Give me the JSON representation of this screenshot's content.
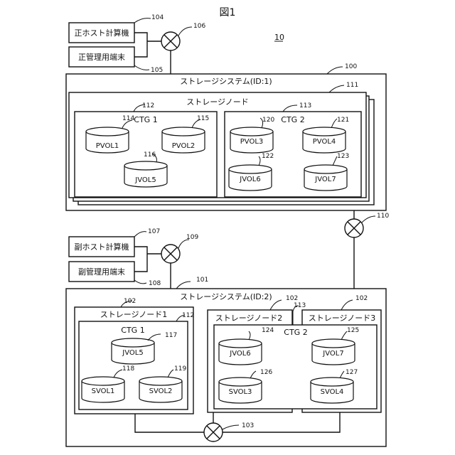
{
  "figure_title": "図1",
  "system_ref": "10",
  "primary_host": "正ホスト計算機",
  "primary_terminal": "正管理用端末",
  "secondary_host": "副ホスト計算機",
  "secondary_terminal": "副管理用端末",
  "storage_system_1": "ストレージシステム(ID:1)",
  "storage_system_2": "ストレージシステム(ID:2)",
  "storage_node": "ストレージノード",
  "storage_node_1": "ストレージノード1",
  "storage_node_2": "ストレージノード2",
  "storage_node_3": "ストレージノード3",
  "ctg1": "CTG 1",
  "ctg2": "CTG 2",
  "vol": {
    "pvol1": "PVOL1",
    "pvol2": "PVOL2",
    "jvol5": "JVOL5",
    "pvol3": "PVOL3",
    "pvol4": "PVOL4",
    "jvol6": "JVOL6",
    "jvol7": "JVOL7",
    "s_jvol5": "JVOL5",
    "svol1": "SVOL1",
    "svol2": "SVOL2",
    "s_jvol6": "JVOL6",
    "s_jvol7": "JVOL7",
    "svol3": "SVOL3",
    "svol4": "SVOL4"
  },
  "refs": {
    "r100": "100",
    "r101": "101",
    "r103": "103",
    "r104": "104",
    "r105": "105",
    "r106": "106",
    "r107": "107",
    "r108": "108",
    "r109": "109",
    "r110": "110",
    "r111": "111",
    "r112a": "112",
    "r113a": "113",
    "r114": "114",
    "r115": "115",
    "r116": "116",
    "r120": "120",
    "r121": "121",
    "r122": "122",
    "r123": "123",
    "r102a": "102",
    "r102b": "102",
    "r102c": "102",
    "r112b": "112",
    "r113b": "113",
    "r117": "117",
    "r118": "118",
    "r119": "119",
    "r124": "124",
    "r125": "125",
    "r126": "126",
    "r127": "127"
  }
}
